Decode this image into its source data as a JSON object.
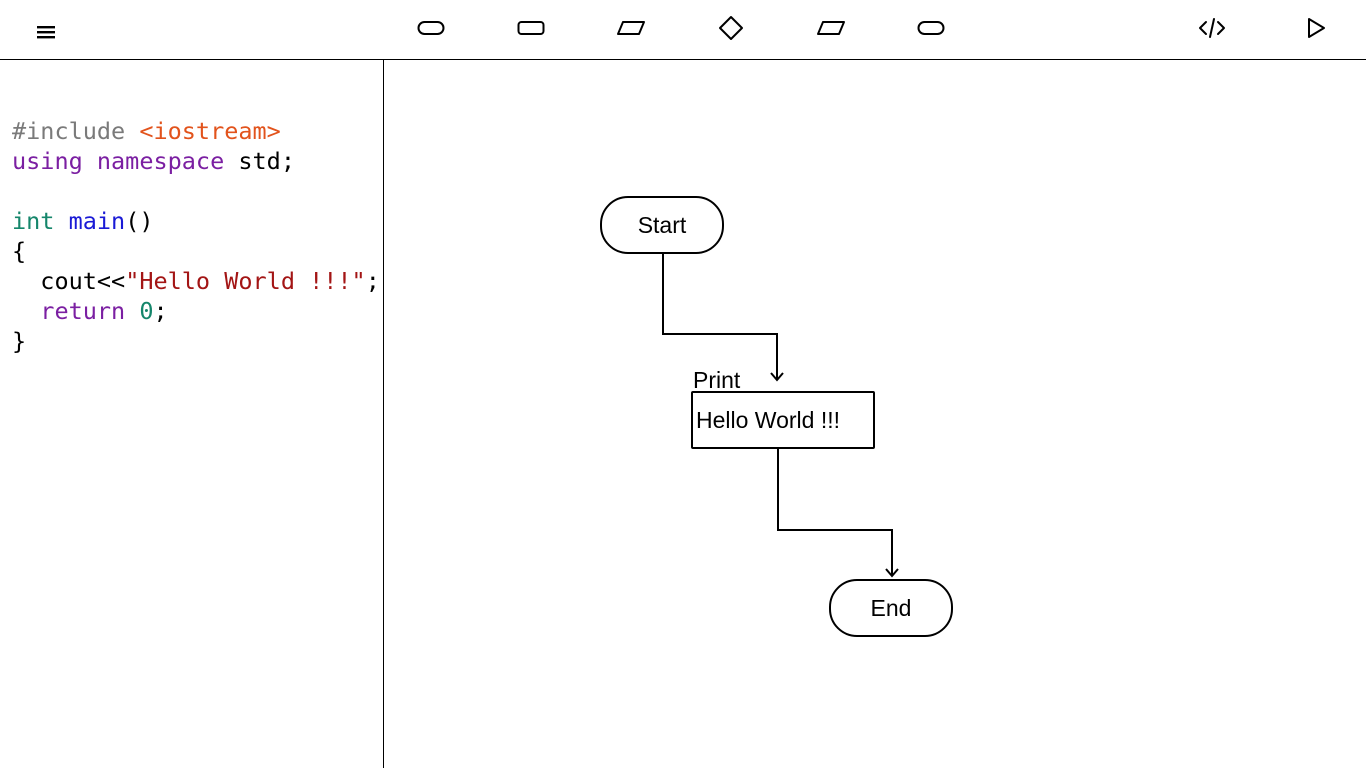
{
  "toolbar": {
    "menu_icon": "hamburger-menu-icon",
    "shapes": [
      {
        "name": "terminal-shape",
        "icon": "rounded-rect-pill-icon"
      },
      {
        "name": "process-shape",
        "icon": "rounded-rect-icon"
      },
      {
        "name": "input-shape",
        "icon": "parallelogram-icon"
      },
      {
        "name": "decision-shape",
        "icon": "diamond-icon"
      },
      {
        "name": "output-shape",
        "icon": "parallelogram-icon"
      },
      {
        "name": "end-shape",
        "icon": "rounded-rect-pill-icon"
      }
    ],
    "code_icon": "code-icon",
    "run_icon": "play-icon"
  },
  "code_lines": [
    [
      {
        "t": "#include ",
        "c": "pre"
      },
      {
        "t": "<iostream>",
        "c": "inc"
      }
    ],
    [
      {
        "t": "using ",
        "c": "kw"
      },
      {
        "t": "namespace ",
        "c": "kw"
      },
      {
        "t": "std;",
        "c": ""
      }
    ],
    [],
    [
      {
        "t": "int ",
        "c": "type"
      },
      {
        "t": "main",
        "c": "fn"
      },
      {
        "t": "()",
        "c": ""
      }
    ],
    [
      {
        "t": "{",
        "c": ""
      }
    ],
    [
      {
        "t": "  cout<<",
        "c": ""
      },
      {
        "t": "\"Hello World !!!\"",
        "c": "str"
      },
      {
        "t": ";",
        "c": ""
      }
    ],
    [
      {
        "t": "  ",
        "c": ""
      },
      {
        "t": "return ",
        "c": "kw"
      },
      {
        "t": "0",
        "c": "num"
      },
      {
        "t": ";",
        "c": ""
      }
    ],
    [
      {
        "t": "}",
        "c": ""
      }
    ]
  ],
  "flowchart": {
    "start_label": "Start",
    "print_caption": "Print",
    "print_text": "Hello World !!!",
    "end_label": "End"
  },
  "colors": {
    "preprocessor": "#7a7a7a",
    "include_target": "#e2531c",
    "keyword": "#7b1fa2",
    "type": "#15866b",
    "function": "#1a1ad6",
    "string": "#a31515",
    "number": "#15866b"
  }
}
